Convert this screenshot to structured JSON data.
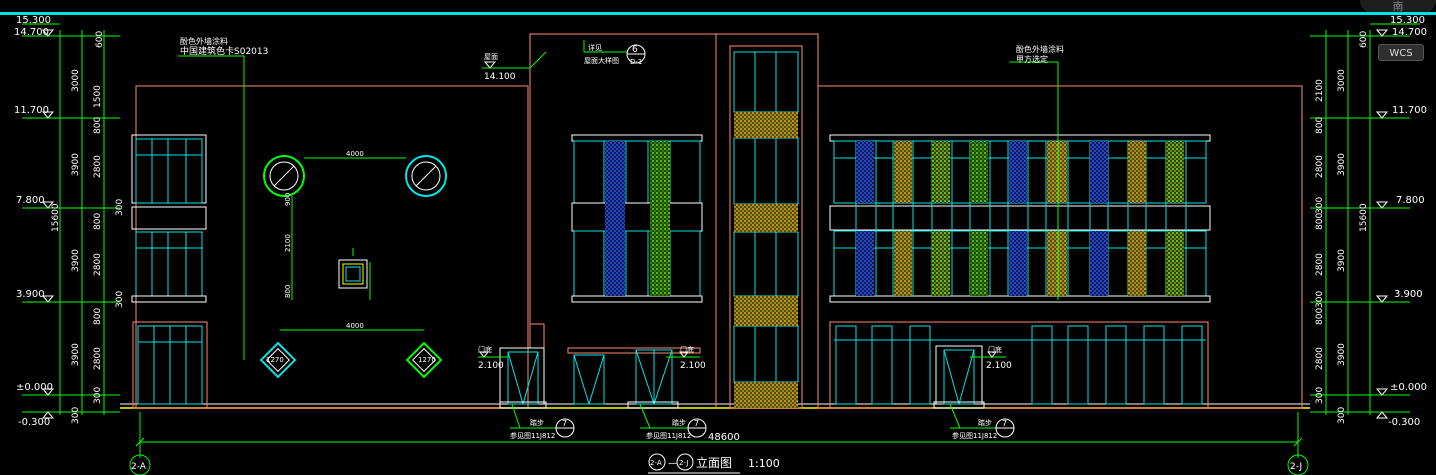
{
  "levels_left": [
    {
      "label": "15.300"
    },
    {
      "label": "14.700"
    },
    {
      "label": "11.700"
    },
    {
      "label": "7.800"
    },
    {
      "label": "3.900"
    },
    {
      "label": "±0.000"
    },
    {
      "label": "-0.300"
    }
  ],
  "levels_right": [
    {
      "label": "15.300"
    },
    {
      "label": "14.700"
    },
    {
      "label": "11.700"
    },
    {
      "label": "7.800"
    },
    {
      "label": "3.900"
    },
    {
      "label": "±0.000"
    },
    {
      "label": "-0.300"
    }
  ],
  "dims_inner": [
    "600",
    "3000",
    "1500",
    "800",
    "2800",
    "300",
    "800",
    "2800",
    "300",
    "800",
    "2800",
    "300"
  ],
  "dims_outer": [
    "3000",
    "3900",
    "3900",
    "3900",
    "300"
  ],
  "dims_right_inner": [
    "600",
    "2100",
    "800",
    "2800",
    "300",
    "800",
    "2800",
    "300",
    "800",
    "2800",
    "300"
  ],
  "dims_right_outer": [
    "3000",
    "3900",
    "3900",
    "3900",
    "300"
  ],
  "overall_height": "15600",
  "notes": {
    "left_finish_1": "酚色外墙涂料",
    "left_finish_2": "中国建筑色卡S02013",
    "roof_label": "14.100",
    "roof_small": "屋面",
    "mid_note_1": "详见",
    "mid_note_2": "屋面大样图",
    "mid_note_ref": "6",
    "mid_note_sheet": "D-1",
    "right_finish_1": "酚色外墙涂料",
    "right_finish_2": "甲方选定",
    "door_level_1": "2.100",
    "door_level_2": "2.100",
    "door_level_3": "2.100",
    "door_small": "门底",
    "step_1": "参见图11J812",
    "step_2": "参见图11J812",
    "step_3": "参见图11J812",
    "step_word": "踏步",
    "step_ref": "7",
    "bottom_dim": "48600",
    "dim_circle": "4000",
    "dim_diamond": "4000",
    "dim_small_a": "900",
    "dim_small_b": "2100",
    "dim_small_c": "800",
    "dim_diamond_a": "1270",
    "dim_diamond_b": "1270"
  },
  "axis_left": "2-A",
  "axis_right": "2-J",
  "title": {
    "axis_from": "2-A",
    "axis_to": "2-J",
    "text": "立面图",
    "scale": "1:100"
  },
  "ui": {
    "wcs_label": "WCS",
    "compass_label": "南"
  },
  "colors": {
    "cyan": "#00e5e5",
    "green": "#00ff00",
    "white": "#ffffff",
    "salmon": "#ff8a70",
    "yellow": "#ffff00",
    "blue": "#1a4dff",
    "orange": "#ffa31a",
    "lightgreen": "#7fdc00"
  }
}
